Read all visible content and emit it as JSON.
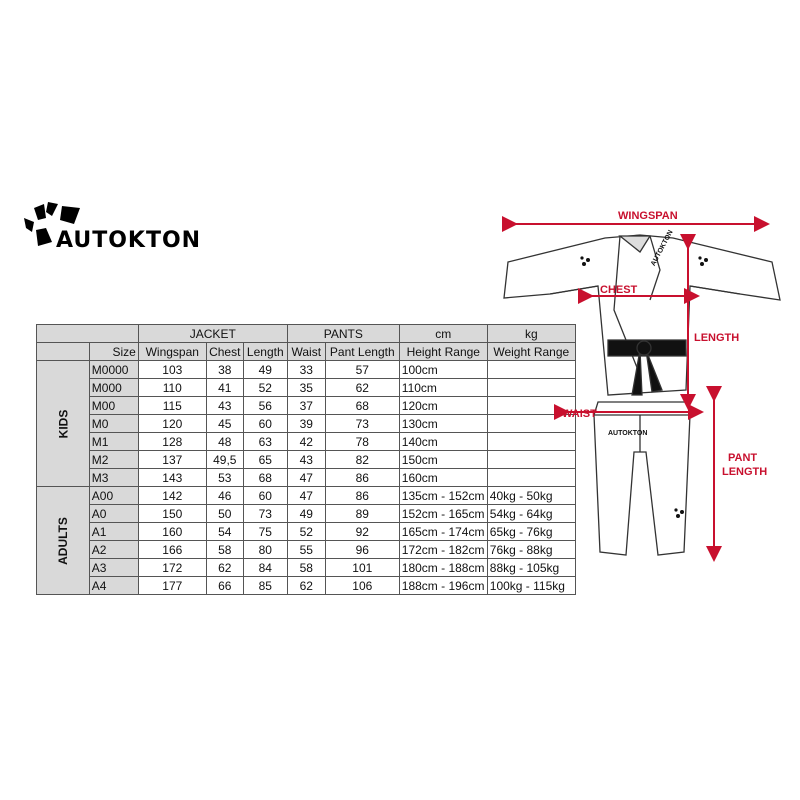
{
  "brand": {
    "name": "AUTOKTON"
  },
  "table": {
    "groups": {
      "jacket": "JACKET",
      "pants": "PANTS",
      "cm": "cm",
      "kg": "kg"
    },
    "columns": [
      "Size",
      "Wingspan",
      "Chest",
      "Length",
      "Waist",
      "Pant Length",
      "Height Range",
      "Weight Range"
    ],
    "sections": [
      {
        "label": "KIDS",
        "rows": [
          [
            "M0000",
            "103",
            "38",
            "49",
            "33",
            "57",
            "100cm",
            ""
          ],
          [
            "M000",
            "110",
            "41",
            "52",
            "35",
            "62",
            "110cm",
            ""
          ],
          [
            "M00",
            "115",
            "43",
            "56",
            "37",
            "68",
            "120cm",
            ""
          ],
          [
            "M0",
            "120",
            "45",
            "60",
            "39",
            "73",
            "130cm",
            ""
          ],
          [
            "M1",
            "128",
            "48",
            "63",
            "42",
            "78",
            "140cm",
            ""
          ],
          [
            "M2",
            "137",
            "49,5",
            "65",
            "43",
            "82",
            "150cm",
            ""
          ],
          [
            "M3",
            "143",
            "53",
            "68",
            "47",
            "86",
            "160cm",
            ""
          ]
        ]
      },
      {
        "label": "ADULTS",
        "rows": [
          [
            "A00",
            "142",
            "46",
            "60",
            "47",
            "86",
            "135cm - 152cm",
            "40kg - 50kg"
          ],
          [
            "A0",
            "150",
            "50",
            "73",
            "49",
            "89",
            "152cm - 165cm",
            "54kg - 64kg"
          ],
          [
            "A1",
            "160",
            "54",
            "75",
            "52",
            "92",
            "165cm - 174cm",
            "65kg - 76kg"
          ],
          [
            "A2",
            "166",
            "58",
            "80",
            "55",
            "96",
            "172cm - 182cm",
            "76kg - 88kg"
          ],
          [
            "A3",
            "172",
            "62",
            "84",
            "58",
            "101",
            "180cm - 188cm",
            "88kg - 105kg"
          ],
          [
            "A4",
            "177",
            "66",
            "85",
            "62",
            "106",
            "188cm - 196cm",
            "100kg - 115kg"
          ]
        ]
      }
    ]
  },
  "diagram": {
    "wingspan": "WINGSPAN",
    "chest": "CHEST",
    "length": "LENGTH",
    "waist": "WAIST",
    "pant_length_1": "PANT",
    "pant_length_2": "LENGTH",
    "jacket_brand": "AUTOKTON",
    "pants_brand": "AUTOKTON"
  },
  "colors": {
    "accent": "#c8102e",
    "header_bg": "#d9d9d9",
    "border": "#555555"
  }
}
